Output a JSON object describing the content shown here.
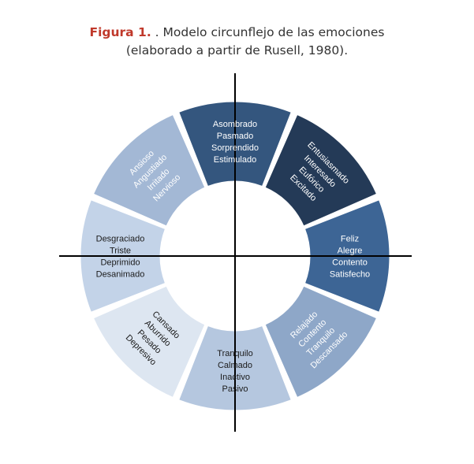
{
  "caption": {
    "figure_label": "Figura 1.",
    "title": ". Modelo circunflejo de las emociones",
    "subtitle": "(elaborado a partir de Rusell, 1980)."
  },
  "segments": [
    {
      "id": "top",
      "color": "#34567e",
      "text_dark": false,
      "words": [
        "Asombrado",
        "Pasmado",
        "Sorprendido",
        "Estimulado"
      ]
    },
    {
      "id": "top-right",
      "color": "#243a57",
      "text_dark": false,
      "words": [
        "Entusiasmado",
        "Interesado",
        "Eufórico",
        "Excitado"
      ]
    },
    {
      "id": "right",
      "color": "#3d6595",
      "text_dark": false,
      "words": [
        "Feliz",
        "Alegre",
        "Contento",
        "Satisfecho"
      ]
    },
    {
      "id": "bottom-right",
      "color": "#8ea7c8",
      "text_dark": false,
      "words": [
        "Relajado",
        "Contento",
        "Tranquilo",
        "Descansado"
      ]
    },
    {
      "id": "bottom",
      "color": "#b5c7df",
      "text_dark": true,
      "words": [
        "Tranquilo",
        "Calmado",
        "Inactivo",
        "Pasivo"
      ]
    },
    {
      "id": "bottom-left",
      "color": "#dde6f1",
      "text_dark": true,
      "words": [
        "Cansado",
        "Aburrido",
        "Pesado",
        "Depresivo"
      ]
    },
    {
      "id": "left",
      "color": "#c3d3e8",
      "text_dark": true,
      "words": [
        "Desgraciado",
        "Triste",
        "Deprimido",
        "Desanimado"
      ]
    },
    {
      "id": "top-left",
      "color": "#a3b8d5",
      "text_dark": false,
      "words": [
        "Ansioso",
        "Angustiado",
        "Irritado",
        "Nervioso"
      ]
    }
  ]
}
